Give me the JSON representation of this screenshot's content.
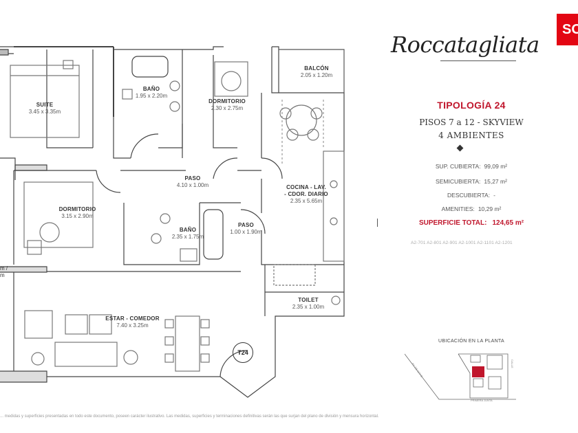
{
  "brand": {
    "name": "Roccatagliata",
    "corner_logo": "SO",
    "accent": "#c0162c"
  },
  "rooms": {
    "suite": {
      "name": "SUITE",
      "dims": "3.45 x 3.35m"
    },
    "bano1": {
      "name": "BAÑO",
      "dims": "1.95 x 2.20m"
    },
    "dormitorio1": {
      "name": "DORMITORIO",
      "dims": "2.30 x 2.75m"
    },
    "balcon": {
      "name": "BALCÓN",
      "dims": "2.05 x 1.20m"
    },
    "paso1": {
      "name": "PASO",
      "dims": "4.10 x 1.00m"
    },
    "cocina": {
      "name1": "COCINA - LAV.",
      "name2": "- CDOR. DIARIO",
      "dims": "2.35 x 5.65m"
    },
    "dormitorio2": {
      "name": "DORMITORIO",
      "dims": "3.15 x 2.90m"
    },
    "bano2": {
      "name": "BAÑO",
      "dims": "2.35 x 1.75m"
    },
    "paso2": {
      "name": "PASO",
      "dims": "1.00 x 1.90m"
    },
    "toilet": {
      "name": "TOILET",
      "dims": "2.35 x 1.00m"
    },
    "estar": {
      "name": "ESTAR - COMEDOR",
      "dims": "7.40 x 3.25m"
    },
    "edge1": "m /",
    "edge2": "m"
  },
  "badge": "T24",
  "info": {
    "tipologia": "TIPOLOGÍA 24",
    "pisos": "PISOS 7 a 12 - SKYVIEW",
    "ambientes": "4 AMBIENTES",
    "sup_cubierta": {
      "label": "SUP. CUBIERTA:",
      "value": "99,09 m²"
    },
    "semicubierta": {
      "label": "SEMICUBIERTA:",
      "value": "15,27 m²"
    },
    "descubierta": {
      "label": "DESCUBIERTA:",
      "value": "-"
    },
    "amenities": {
      "label": "AMENITIES:",
      "value": "10,29 m²"
    },
    "total": {
      "label": "SUPERFICIE TOTAL:",
      "value": "124,65 m²"
    },
    "units": "A2-701 A2-801 A2-901 A2-1001 A2-1101 A2-1201"
  },
  "location": {
    "title": "UBICACIÓN EN LA PLANTA",
    "street_left": "AV. DE MAYO",
    "street_right": "CALLE",
    "street_bottom": "PRIMERA JUNTA"
  },
  "footer": "... medidas y superficies presentadas en todo este documento, poseen carácter ilustrativo. Las medidas, superficies y terminaciones definitivas serán las que surjan del plano de división y mensura horizontal."
}
